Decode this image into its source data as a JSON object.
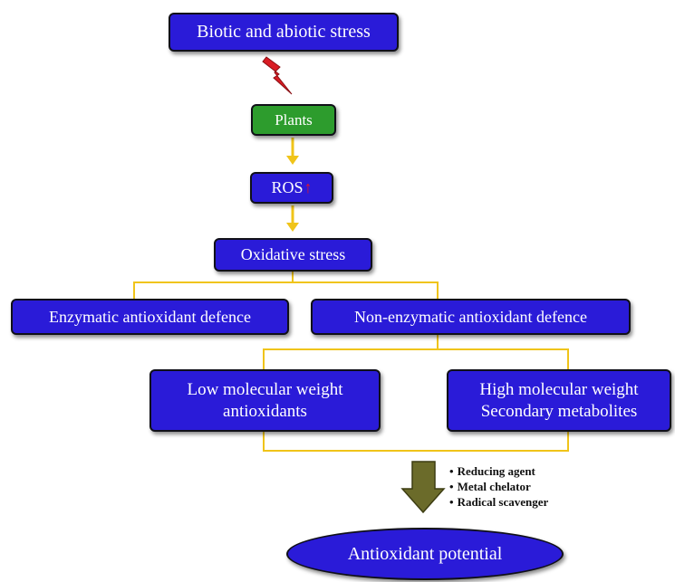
{
  "nodes": {
    "stress": "Biotic and abiotic  stress",
    "plants": "Plants",
    "ros": "ROS",
    "oxidative": "Oxidative stress",
    "enzymatic": "Enzymatic antioxidant defence",
    "non_enzymatic": "Non-enzymatic antioxidant defence",
    "low_mw_line1": "Low molecular weight",
    "low_mw_line2": "antioxidants",
    "high_mw_line1": "High molecular weight",
    "high_mw_line2": "Secondary metabolites",
    "potential": "Antioxidant potential"
  },
  "ros_indicator": "↑",
  "bullets": [
    "Reducing agent",
    "Metal chelator",
    "Radical scavenger"
  ],
  "colors": {
    "box_blue": "#2a1bd8",
    "box_green": "#2d9c2d",
    "connector": "#f0c419",
    "lightning": "#d91c24",
    "big_arrow": "#6b6b2a"
  },
  "icons": [
    "lightning-bolt-icon",
    "arrow-down-icon",
    "up-arrow-icon",
    "big-down-arrow-icon"
  ]
}
